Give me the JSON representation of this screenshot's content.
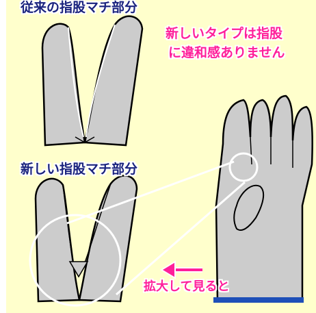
{
  "labels": {
    "old_gusset_title": "従来の指股マチ部分",
    "new_type_line1": "新しいタイプは指股",
    "new_type_line2": "に違和感ありません",
    "new_gusset_title": "新しい指股マチ部分",
    "zoom_caption": "拡大して見ると"
  },
  "colors": {
    "background": "#ffffcc",
    "glove_fill": "#cccccc",
    "outline": "#000000",
    "title_text": "#1a237e",
    "accent_text": "#ff1f9a",
    "cuff_band": "#1e4fb8",
    "zoom_circle": "#ffffff"
  }
}
